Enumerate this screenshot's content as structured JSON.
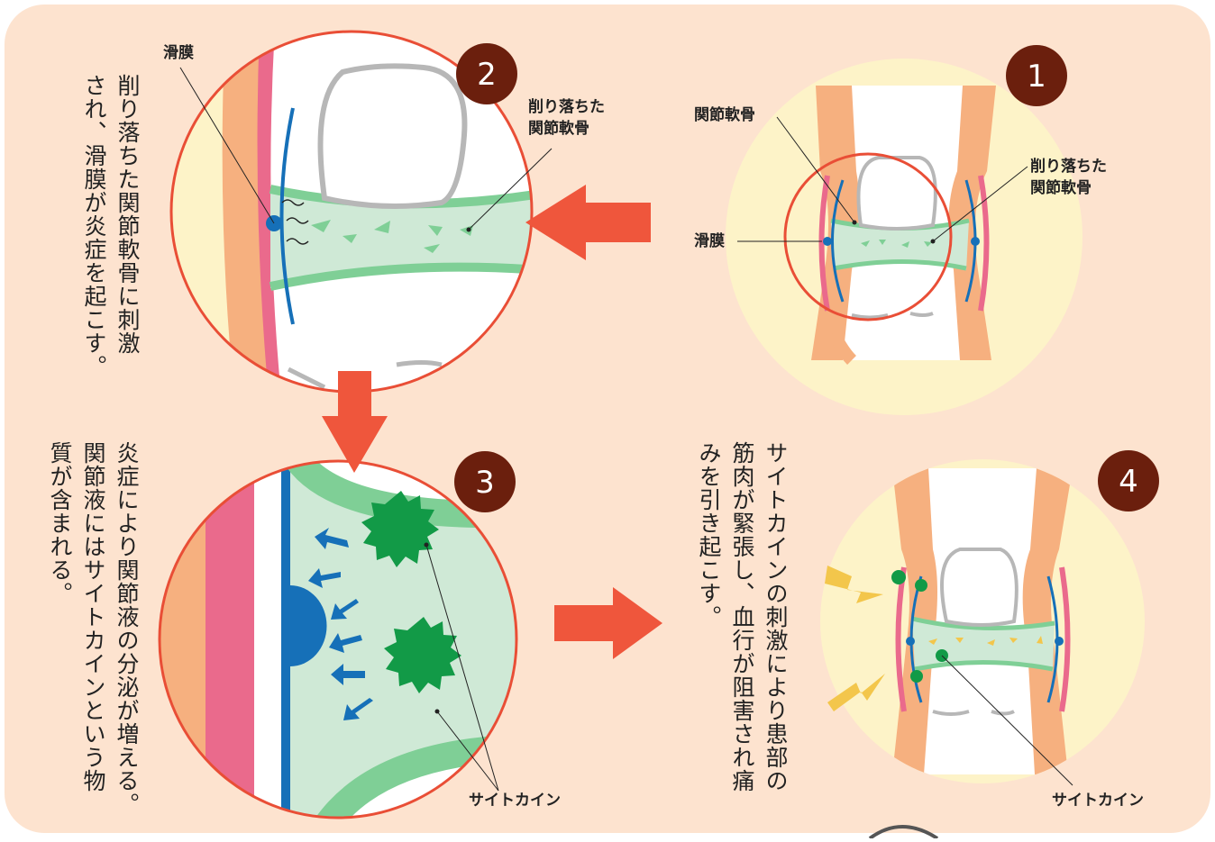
{
  "colors": {
    "panel_bg": "#fde3cf",
    "bubble_bg": "#fdf3c8",
    "bone_outer": "#f6b07f",
    "bone_inner": "#ffffff",
    "synovium_pink": "#ea6a8c",
    "synovium_blue": "#1670b8",
    "cartilage": "#7fcf96",
    "synovial_fluid": "#cfe9d6",
    "outline_gray": "#b7b7b7",
    "circle_red": "#e94e36",
    "arrow_red": "#ef563c",
    "arrow_blue": "#1670b8",
    "badge": "#6b1f0d",
    "cytokine": "#129a47",
    "lightning": "#f3c64b"
  },
  "steps": {
    "step1": {
      "badge": "1",
      "labels": {
        "cartilage": "関節軟骨",
        "fragments": "削り落ちた\n関節軟骨",
        "synovium": "滑膜"
      }
    },
    "step2": {
      "badge": "2",
      "labels": {
        "synovium": "滑膜",
        "fragments": "削り落ちた\n関節軟骨"
      },
      "description": "削り落ちた関節軟骨に刺激\nされ、滑膜が炎症を起こす。"
    },
    "step3": {
      "badge": "3",
      "labels": {
        "cytokine": "サイトカイン"
      },
      "description": "炎症により関節液の分泌が増える。\n関節液にはサイトカインという物\n質が含まれる。"
    },
    "step4": {
      "badge": "4",
      "labels": {
        "cytokine": "サイトカイン"
      },
      "description": "サイトカインの刺激により患部の\n筋肉が緊張し、血行が阻害され痛\nみを引き起こす。"
    }
  }
}
